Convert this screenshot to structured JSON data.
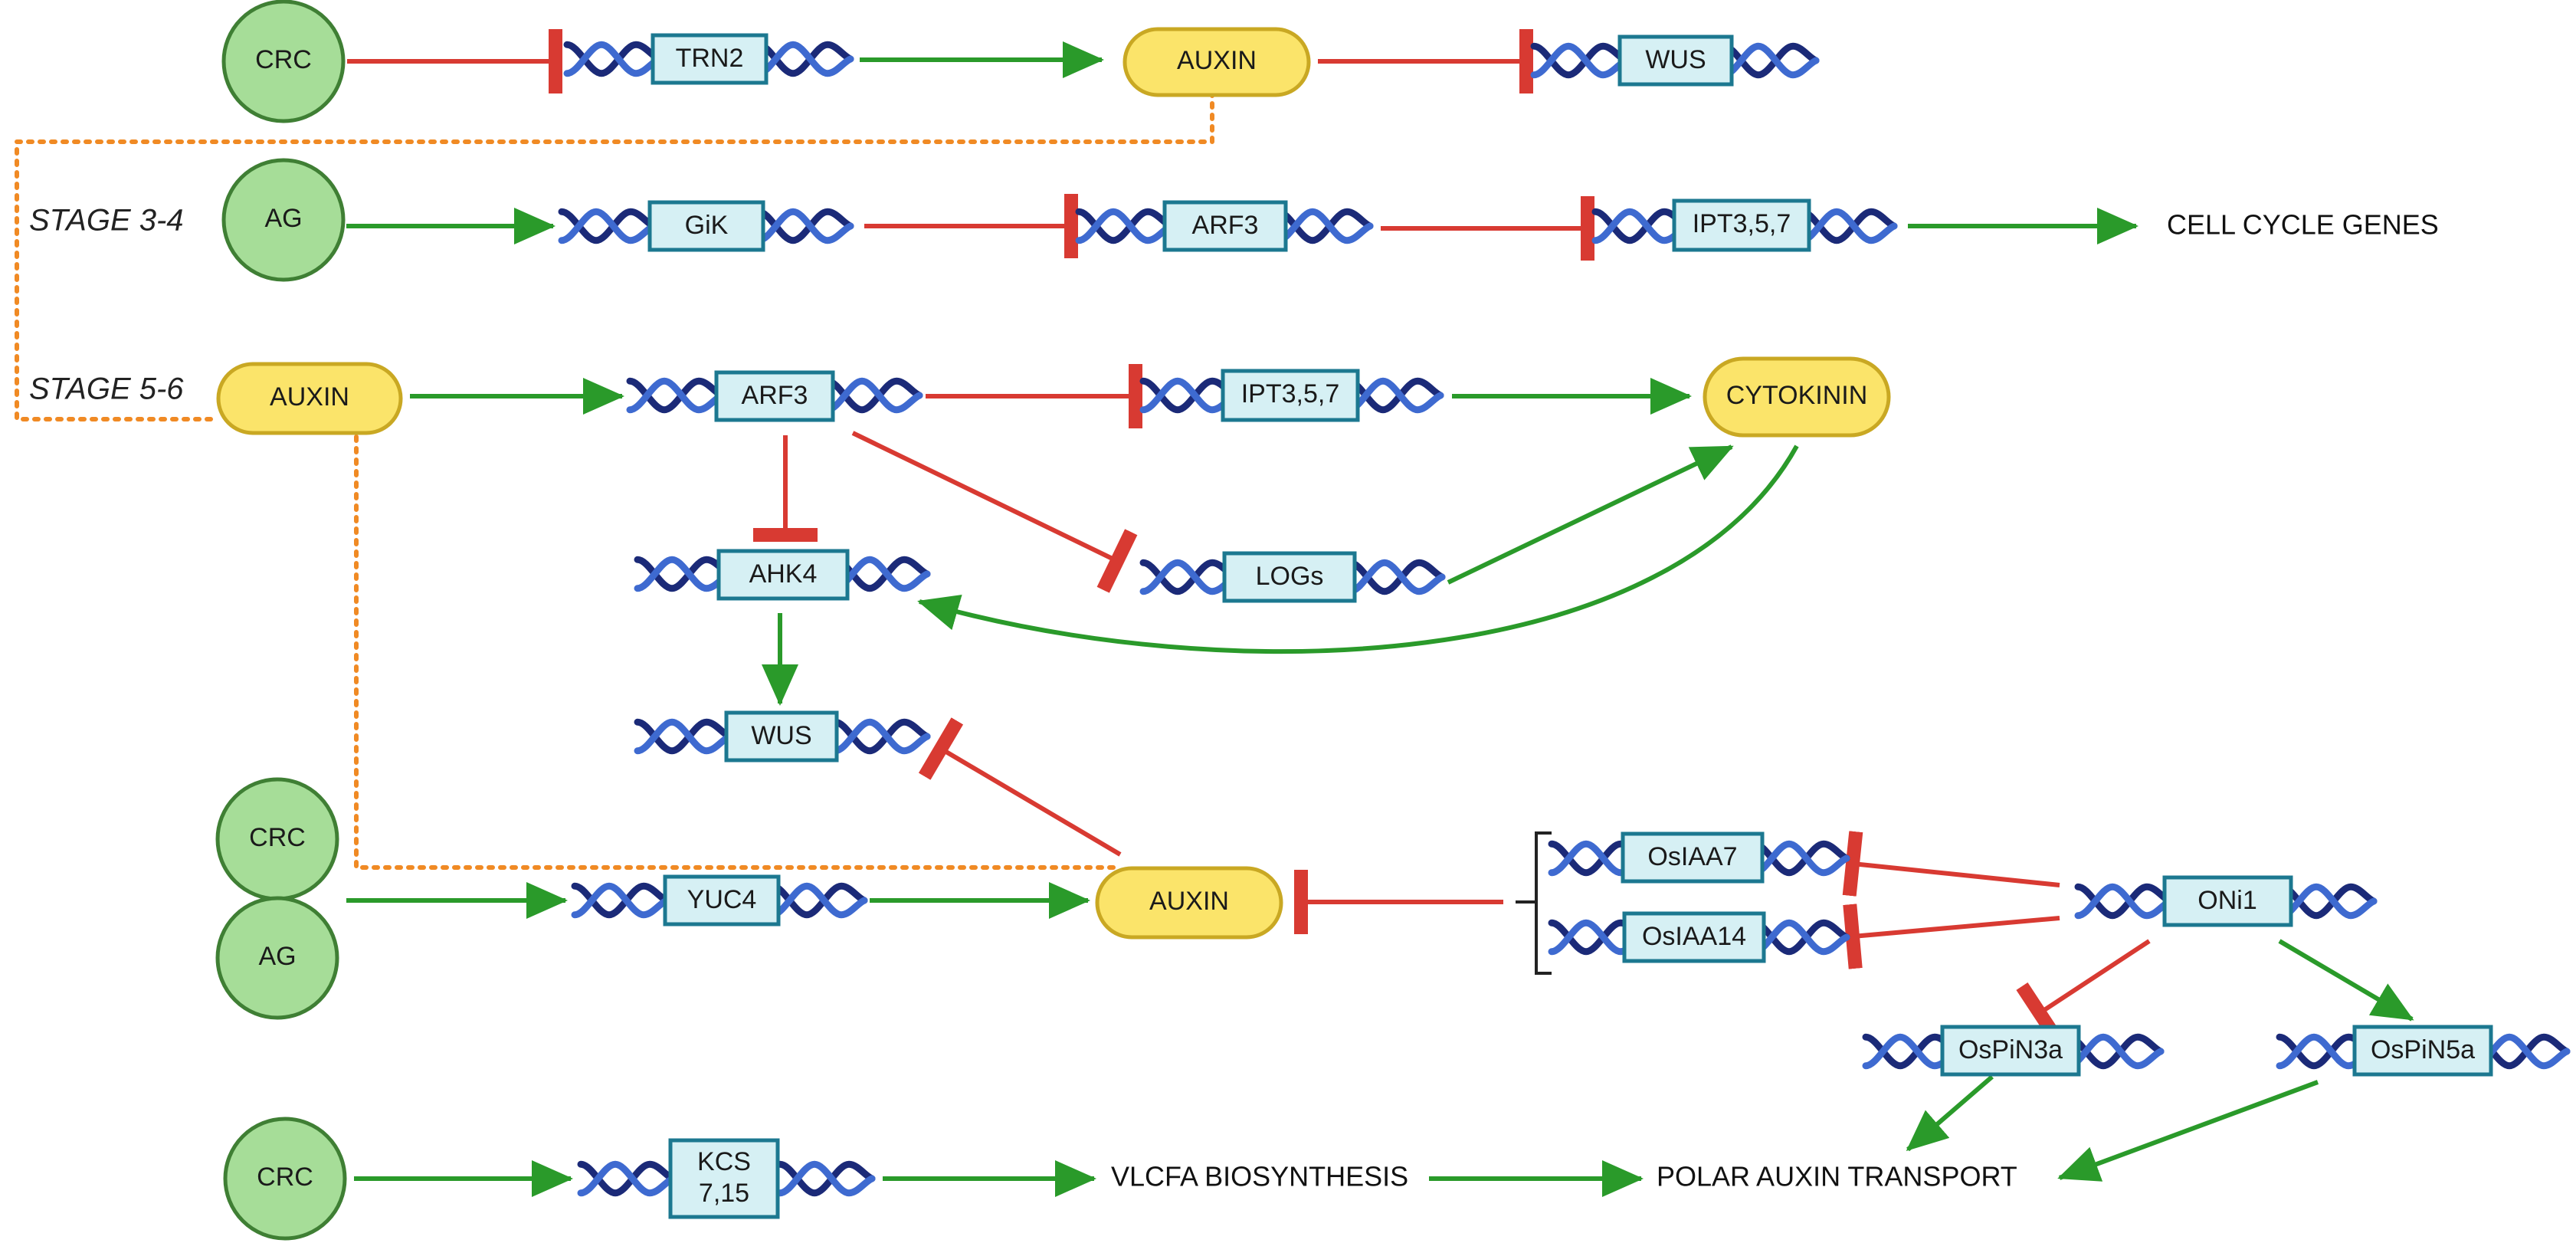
{
  "colors": {
    "activation": "#2a9a2a",
    "inhibition": "#d83a32",
    "auxin_link": "#f08a24",
    "protein_fill": "#a6dd98",
    "protein_stroke": "#3f7f34",
    "hormone_fill": "#fbe46a",
    "hormone_stroke": "#c9a823",
    "gene_box_fill": "#d6f0f4",
    "gene_box_stroke": "#1c7890",
    "dna_dark": "#1b2a78",
    "dna_light": "#3e6ad0"
  },
  "stages": {
    "stage_3_4": "STAGE 3-4",
    "stage_5_6": "STAGE 5-6"
  },
  "proteins": {
    "crc_1": "CRC",
    "ag_1": "AG",
    "crc_2": "CRC",
    "ag_2": "AG",
    "crc_3": "CRC"
  },
  "hormones": {
    "auxin_1": "AUXIN",
    "auxin_2": "AUXIN",
    "cytokinin": "CYTOKININ",
    "auxin_3": "AUXIN"
  },
  "genes": {
    "trn2": "TRN2",
    "wus_1": "WUS",
    "gik": "GiK",
    "arf3_1": "ARF3",
    "ipt_1": "IPT3,5,7",
    "arf3_2": "ARF3",
    "ipt_2": "IPT3,5,7",
    "ahk4": "AHK4",
    "logs": "LOGs",
    "wus_2": "WUS",
    "yuc4": "YUC4",
    "osiaa7": "OsIAA7",
    "osiaa14": "OsIAA14",
    "oni1": "ONi1",
    "ospin3a": "OsPiN3a",
    "ospin5a": "OsPiN5a",
    "kcs_line1": "KCS",
    "kcs_line2": "7,15"
  },
  "processes": {
    "cell_cycle": "CELL CYCLE GENES",
    "vlcfa": "VLCFA BIOSYNTHESIS",
    "polar_auxin": "POLAR AUXIN TRANSPORT"
  },
  "icons": {
    "gene": "dna-double-helix-icon",
    "activation": "arrowhead-icon",
    "inhibition": "t-bar-icon"
  }
}
